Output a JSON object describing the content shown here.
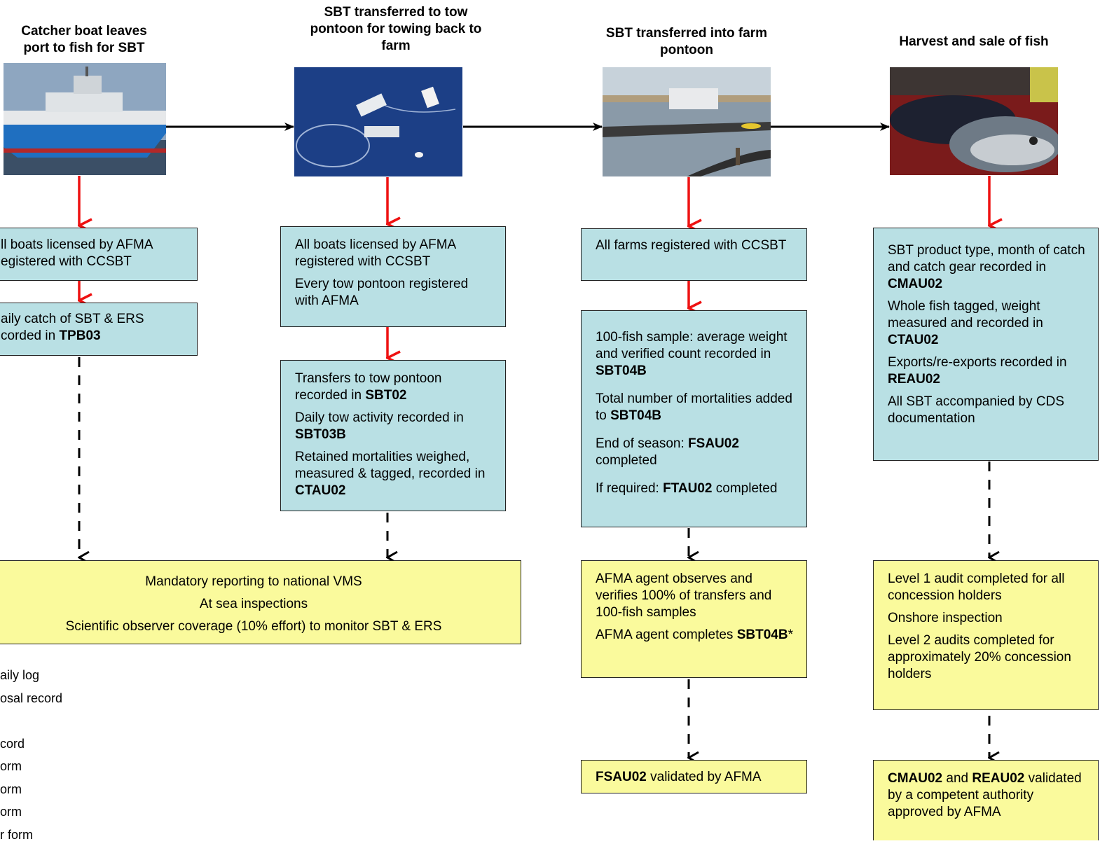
{
  "headings": {
    "step1": "Catcher boat leaves port to fish for SBT",
    "step2": "SBT transferred to tow pontoon for towing back to farm",
    "step3": "SBT transferred into farm pontoon",
    "step4": "Harvest and sale of fish"
  },
  "photos": {
    "step1": "catcher-boat-photo",
    "step2": "tow-pontoon-photo",
    "step3": "farm-pontoon-photo",
    "step4": "harvested-tuna-photo"
  },
  "col1": {
    "box1": {
      "line1": "ll boats licensed by AFMA",
      "line2": "egistered with CCSBT"
    },
    "box2": {
      "line1": "aily catch of SBT & ERS",
      "line2_pre": "corded in ",
      "line2_bold": "TPB03"
    }
  },
  "col2": {
    "box1": {
      "p1": "All boats licensed by AFMA registered with CCSBT",
      "p2": "Every tow pontoon registered with AFMA"
    },
    "box2": {
      "p1_pre": "Transfers to tow pontoon recorded in ",
      "p1_bold": "SBT02",
      "p2_pre": "Daily tow activity recorded in ",
      "p2_bold": "SBT03B",
      "p3_pre": "Retained mortalities weighed, measured & tagged, recorded in ",
      "p3_bold": "CTAU02"
    }
  },
  "col3": {
    "box1": {
      "p1": "All farms registered with CCSBT"
    },
    "box2": {
      "p1_pre": "100-fish sample: average weight and verified count recorded in ",
      "p1_bold": "SBT04B",
      "p2_pre": "Total number of mortalities added to ",
      "p2_bold": "SBT04B",
      "p3_pre": "End of season: ",
      "p3_bold": "FSAU02",
      "p3_post": " completed",
      "p4_pre": "If required: ",
      "p4_bold": "FTAU02",
      "p4_post": " completed"
    },
    "box3": {
      "p1": "AFMA agent observes and verifies 100% of transfers and 100-fish samples",
      "p2_pre": "AFMA agent completes ",
      "p2_bold": "SBT04B",
      "p2_post": "*"
    },
    "box4": {
      "bold": "FSAU02",
      "post": " validated by AFMA"
    }
  },
  "col4": {
    "box1": {
      "p1_pre": "SBT product type, month of catch and catch gear recorded in ",
      "p1_bold": "CMAU02",
      "p2_pre": "Whole fish tagged, weight measured and recorded in ",
      "p2_bold": "CTAU02",
      "p3_pre": "Exports/re-exports recorded in ",
      "p3_bold": "REAU02",
      "p4": "All SBT accompanied by CDS documentation"
    },
    "box2": {
      "p1": "Level 1 audit completed for all concession holders",
      "p2": "Onshore inspection",
      "p3": "Level 2 audits completed for approximately 20% concession holders"
    },
    "box3": {
      "bold1": "CMAU02",
      "mid": " and ",
      "bold2": "REAU02",
      "post": " validated by a competent authority approved by AFMA"
    }
  },
  "sea_box": {
    "line1": "Mandatory reporting to national VMS",
    "line2": "At sea inspections",
    "line3": "Scientific observer coverage (10% effort) to monitor SBT & ERS"
  },
  "legend": [
    "aily log",
    "osal record",
    "",
    "cord",
    "orm",
    "orm",
    "orm",
    "r form"
  ],
  "colors": {
    "box_blue": "#b9e0e4",
    "box_yellow": "#fafa9c",
    "arrow_red": "#ee1111",
    "arrow_black": "#000000"
  }
}
